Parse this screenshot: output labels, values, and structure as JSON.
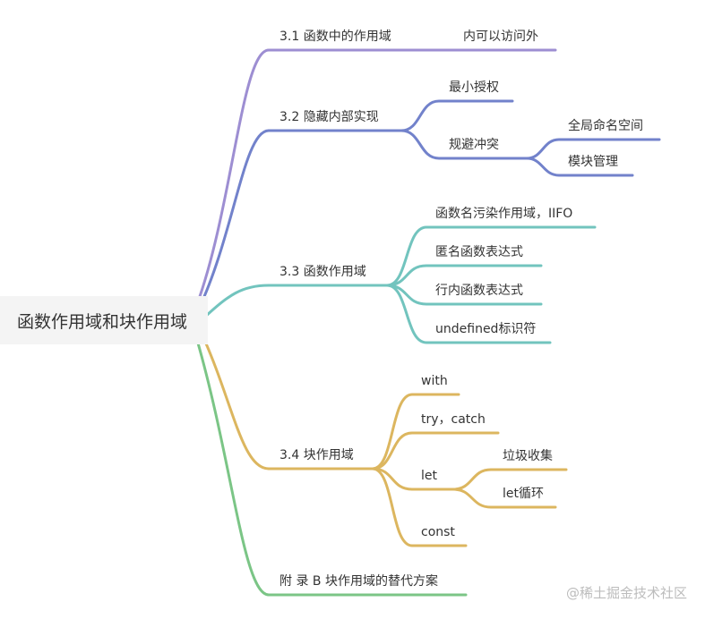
{
  "root": {
    "label": "函数作用域和块作用域"
  },
  "colors": {
    "purple": "#9d8ed2",
    "blue": "#7282cb",
    "teal": "#72c4be",
    "gold": "#dcb65f",
    "green": "#7bc586"
  },
  "nodes": {
    "s31": "3.1  函数中的作用域",
    "s31_note": "内可以访问外",
    "s32": "3.2  隐藏内部实现",
    "s32_min": "最小授权",
    "s32_avoid": "规避冲突",
    "s32_ns": "全局命名空间",
    "s32_mod": "模块管理",
    "s33": "3.3  函数作用域",
    "s33_a": "函数名污染作用域，IIFO",
    "s33_b": "匿名函数表达式",
    "s33_c": "行内函数表达式",
    "s33_d": "undefined标识符",
    "s34": "3.4  块作用域",
    "s34_with": "with",
    "s34_try": "try，catch",
    "s34_let": "let",
    "s34_gc": "垃圾收集",
    "s34_loop": "let循环",
    "s34_const": "const",
    "appB": "附  录  B    块作用域的替代方案"
  },
  "watermark": "@稀土掘金技术社区"
}
